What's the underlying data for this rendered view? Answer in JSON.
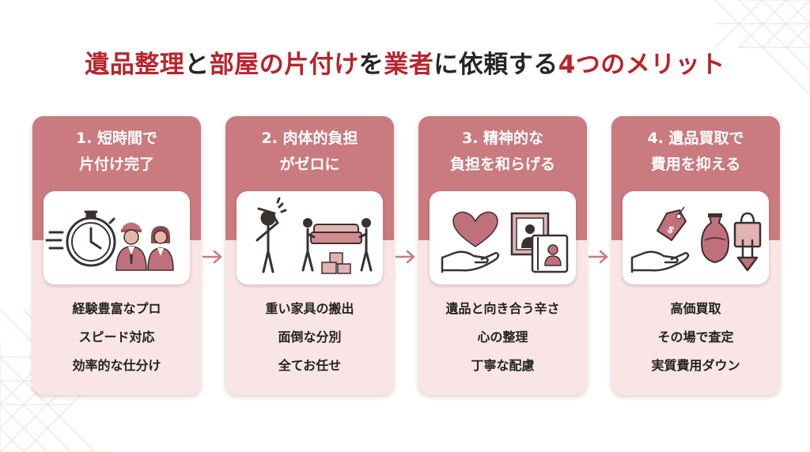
{
  "headline": {
    "parts": [
      {
        "text": "遺品整理",
        "color": "#b8242c"
      },
      {
        "text": "と",
        "color": "#262626"
      },
      {
        "text": "部屋の片付け",
        "color": "#b8242c"
      },
      {
        "text": "を",
        "color": "#262626"
      },
      {
        "text": "業者",
        "color": "#b8242c"
      },
      {
        "text": "に依頼する",
        "color": "#262626"
      },
      {
        "text": "4つのメリット",
        "color": "#b8242c"
      }
    ]
  },
  "colors": {
    "accent_red": "#b8242c",
    "card_header": "#c97b7f",
    "card_body": "#f9e5e6",
    "icon_stroke": "#3a3030",
    "icon_accent": "#c0707a"
  },
  "cards": [
    {
      "title": "1. 短時間で\n片付け完了",
      "icons": [
        "stopwatch-icon",
        "movers-staff-icon"
      ],
      "points": [
        "経験豊富なプロ",
        "スピード対応",
        "効率的な仕分け"
      ]
    },
    {
      "title": "2. 肉体的負担\nがゼロに",
      "icons": [
        "tired-person-icon",
        "movers-carrying-sofa-icon"
      ],
      "points": [
        "重い家具の搬出",
        "面倒な分別",
        "全てお任せ"
      ]
    },
    {
      "title": "3. 精神的な\n負担を和らげる",
      "icons": [
        "heart-in-hand-icon",
        "photo-album-icon"
      ],
      "points": [
        "遺品と向き合う辛さ",
        "心の整理",
        "丁寧な配慮"
      ]
    },
    {
      "title": "4. 遺品買取で\n費用を抑える",
      "icons": [
        "price-tag-hand-icon",
        "vase-icon",
        "shopping-bag-down-icon"
      ],
      "points": [
        "高価買取",
        "その場で査定",
        "実質費用ダウン"
      ]
    }
  ]
}
